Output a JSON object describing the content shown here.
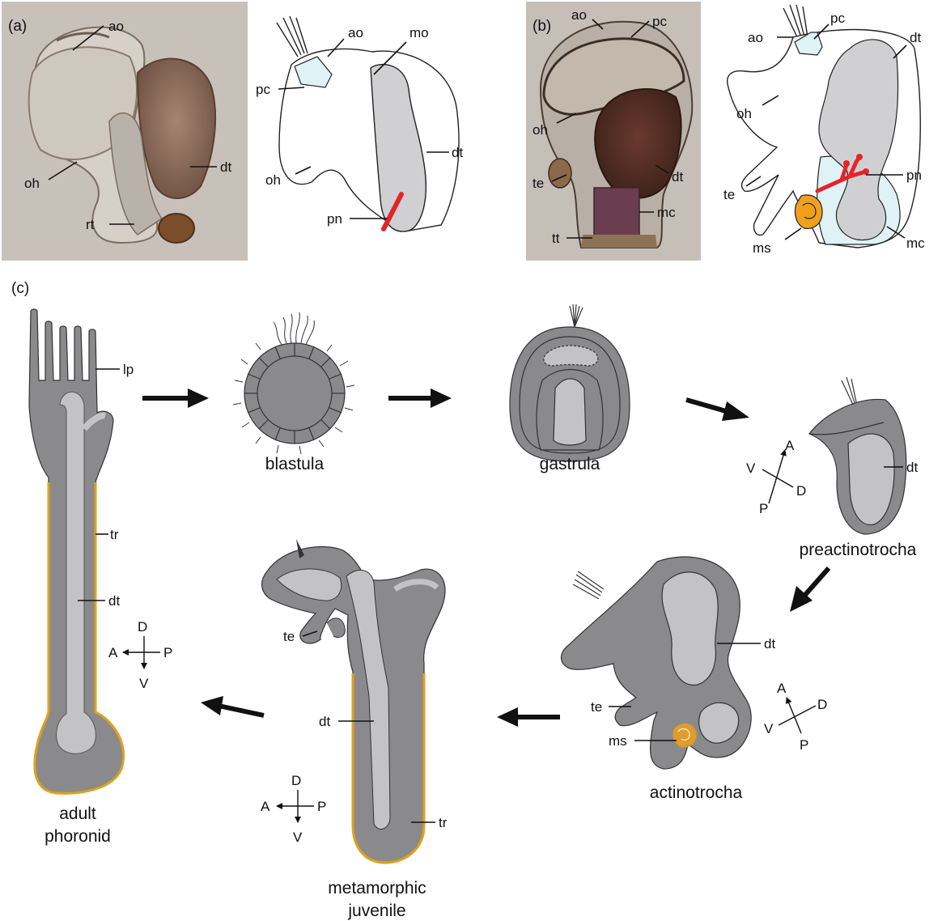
{
  "panels": {
    "a": "(a)",
    "b": "(b)",
    "c": "(c)"
  },
  "labels": {
    "ao": "ao",
    "oh": "oh",
    "dt": "dt",
    "rt": "rt",
    "pc": "pc",
    "mo": "mo",
    "pn": "pn",
    "te": "te",
    "mc": "mc",
    "tt": "tt",
    "ms": "ms",
    "lp": "lp",
    "tr": "tr"
  },
  "stages": {
    "blastula": "blastula",
    "gastrula": "gastrula",
    "preactinotrocha": "preactinotrocha",
    "actinotrocha": "actinotrocha",
    "juvenile_line1": "metamorphic",
    "juvenile_line2": "juvenile",
    "adult_line1": "adult",
    "adult_line2": "phoronid"
  },
  "axes": {
    "A": "A",
    "P": "P",
    "D": "D",
    "V": "V"
  },
  "colors": {
    "body": "#8a8a8d",
    "inner": "#c3c3c6",
    "trunk_outline": "#e0a21a",
    "nephridia": "#e3242b",
    "mesoderm_sac": "#f0a01c",
    "protocoel": "#dff2f6",
    "photo_bg": "#c9c2bb"
  }
}
